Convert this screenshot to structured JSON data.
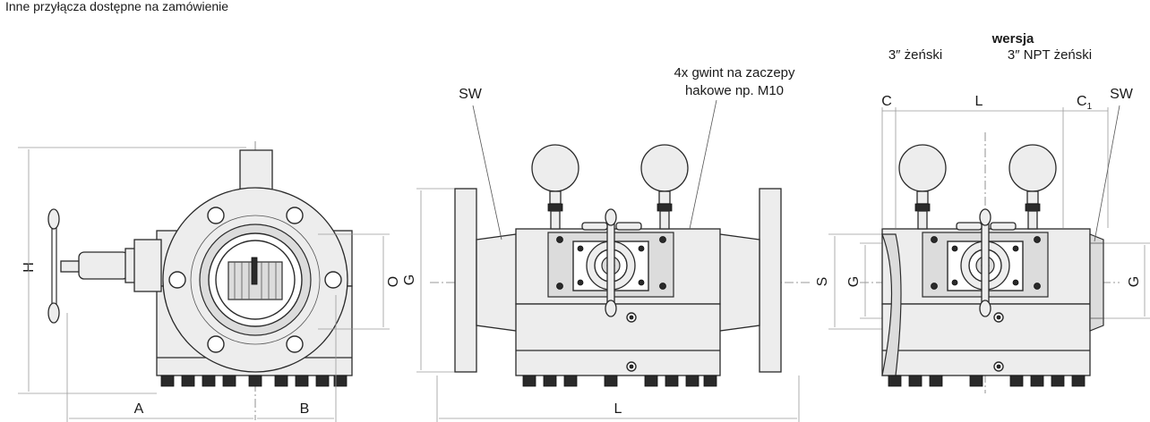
{
  "header_note": "Inne przyłącza dostępne na zamówienie",
  "version_heading": "wersja",
  "version_options": [
    "3″ żeński",
    "3″ NPT żeński"
  ],
  "annotation_thread": [
    "4x gwint na zaczepy",
    "hakowe np. M10"
  ],
  "dimension_labels": {
    "sw_middle": "SW",
    "sw_right": "SW",
    "h": "H",
    "o": "O",
    "a": "A",
    "b": "B",
    "g_flange": "G",
    "l_bottom": "L",
    "c": "C",
    "c1_letter": "C",
    "c1_sub": "1",
    "l_top": "L",
    "s": "S",
    "g_left": "G",
    "g_right": "G"
  },
  "colors": {
    "line": "#2b2b2b",
    "fill": "#ededed",
    "dimension": "#9a9a9a"
  }
}
